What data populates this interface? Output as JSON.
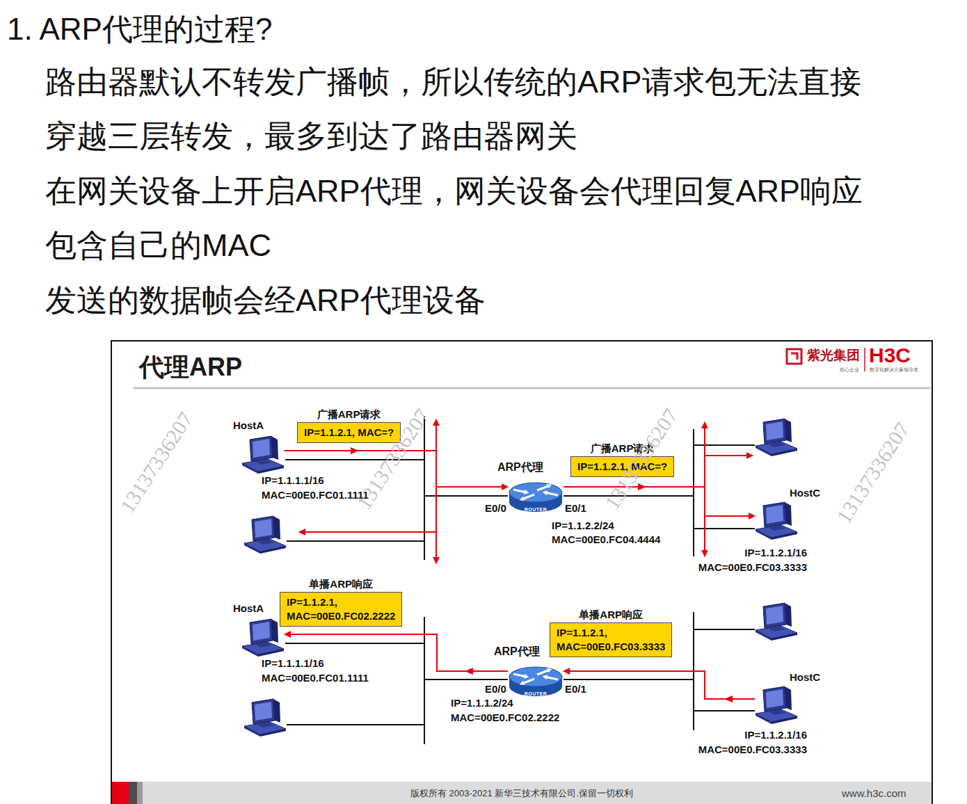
{
  "diagram": {
    "title": "1. ARP代理的过程?",
    "nodes": [
      {
        "text": [
          "广播ARP请求",
          "IP=1.1.2.1, MAC=?"
        ]
      },
      {
        "text": [
          "HostA"
        ]
      },
      {
        "text": [
          "ARP代理",
          "ROUTER"
        ]
      },
      {
        "text": [
          "广播ARP请求",
          "IP=1.1.2.1, MAC=?"
        ]
      },
      {
        "text": [
          "HostC"
        ]
      },
      {
        "text": [
          "单播ARP响应",
          "IP=1.1.2.1, MAC=00E0.FC02.2222"
        ]
      },
      {
        "text": [
          "HostA"
        ]
      },
      {
        "text": [
          "ARP代理",
          "ROUTER"
        ]
      },
      {
        "text": [
          "单播ARP响应",
          "IP=1.1.2.1, MAC=00E0.FC03.3333"
        ]
      },
      {
        "text": [
          "HostC"
        ]
      }
    ],
    "edges": [
      {
        "from": 1,
        "to": 2,
        "arrow": "to"
      },
      {
        "from": 2,
        "to": 4,
        "arrow": "to"
      },
      {
        "from": 9,
        "to": 7,
        "arrow": "to"
      },
      {
        "from": 7,
        "to": 6,
        "arrow": "to"
      }
    ],
    "labels": [
      "路由器默认不转发广播帧，所以传统的ARP请求包无法直接 穿越三层转发，最多到达了路由器网关",
      "在网关设备上开启ARP代理，网关设备会代理回复ARP响应 包含自己的MAC",
      "发送的数据帧会经ARP代理设备",
      "代理ARP",
      "紫光集团",
      "核心企业",
      "H3C",
      "数字化解决方案领导者",
      "IP=1.1.1.1/16 MAC=00E0.FC01.1111",
      "E0/0",
      "E0/1",
      "IP=1.1.2.2/24 MAC=00E0.FC04.4444",
      "IP=1.1.2.1/16 MAC=00E0.FC03.3333",
      "IP=1.1.1.1/16 MAC=00E0.FC01.1111",
      "E0/0",
      "E0/1",
      "IP=1.1.1.2/24 MAC=00E0.FC02.2222",
      "IP=1.1.2.1/16 MAC=00E0.FC03.3333",
      "版权所有 2003-2021 新华三技术有限公司.保留一切权利",
      "www.h3c.com",
      "13137336207",
      "13137336207",
      "13137336207",
      "13137336207"
    ]
  }
}
